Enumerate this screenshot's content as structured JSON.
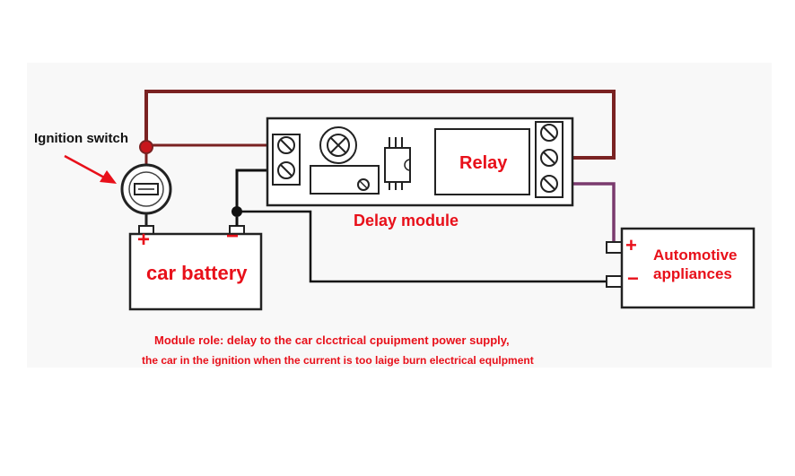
{
  "labels": {
    "ignition_switch": "Ignition switch",
    "relay": "Relay",
    "delay_module": "Delay module",
    "car_battery": "car battery",
    "battery_plus": "+",
    "battery_minus": "−",
    "automotive_line1": "Automotive",
    "automotive_line2": "appliances",
    "appliance_plus": "+",
    "appliance_minus": "−"
  },
  "caption": {
    "line1": "Module role: delay to the car clcctrical cpuipment power supply,",
    "line2": "the car in the ignition when the current is too laige burn electrical equlpment"
  },
  "colors": {
    "accent_red": "#e8101a",
    "wire_dark_red": "#7a2222",
    "wire_purple": "#7a3a6e",
    "wire_black": "#111111"
  },
  "icons": {
    "potentiometer": "potentiometer-icon",
    "chip": "ic-chip-icon",
    "ignition": "ignition-switch-icon",
    "arrow": "arrow-icon"
  }
}
